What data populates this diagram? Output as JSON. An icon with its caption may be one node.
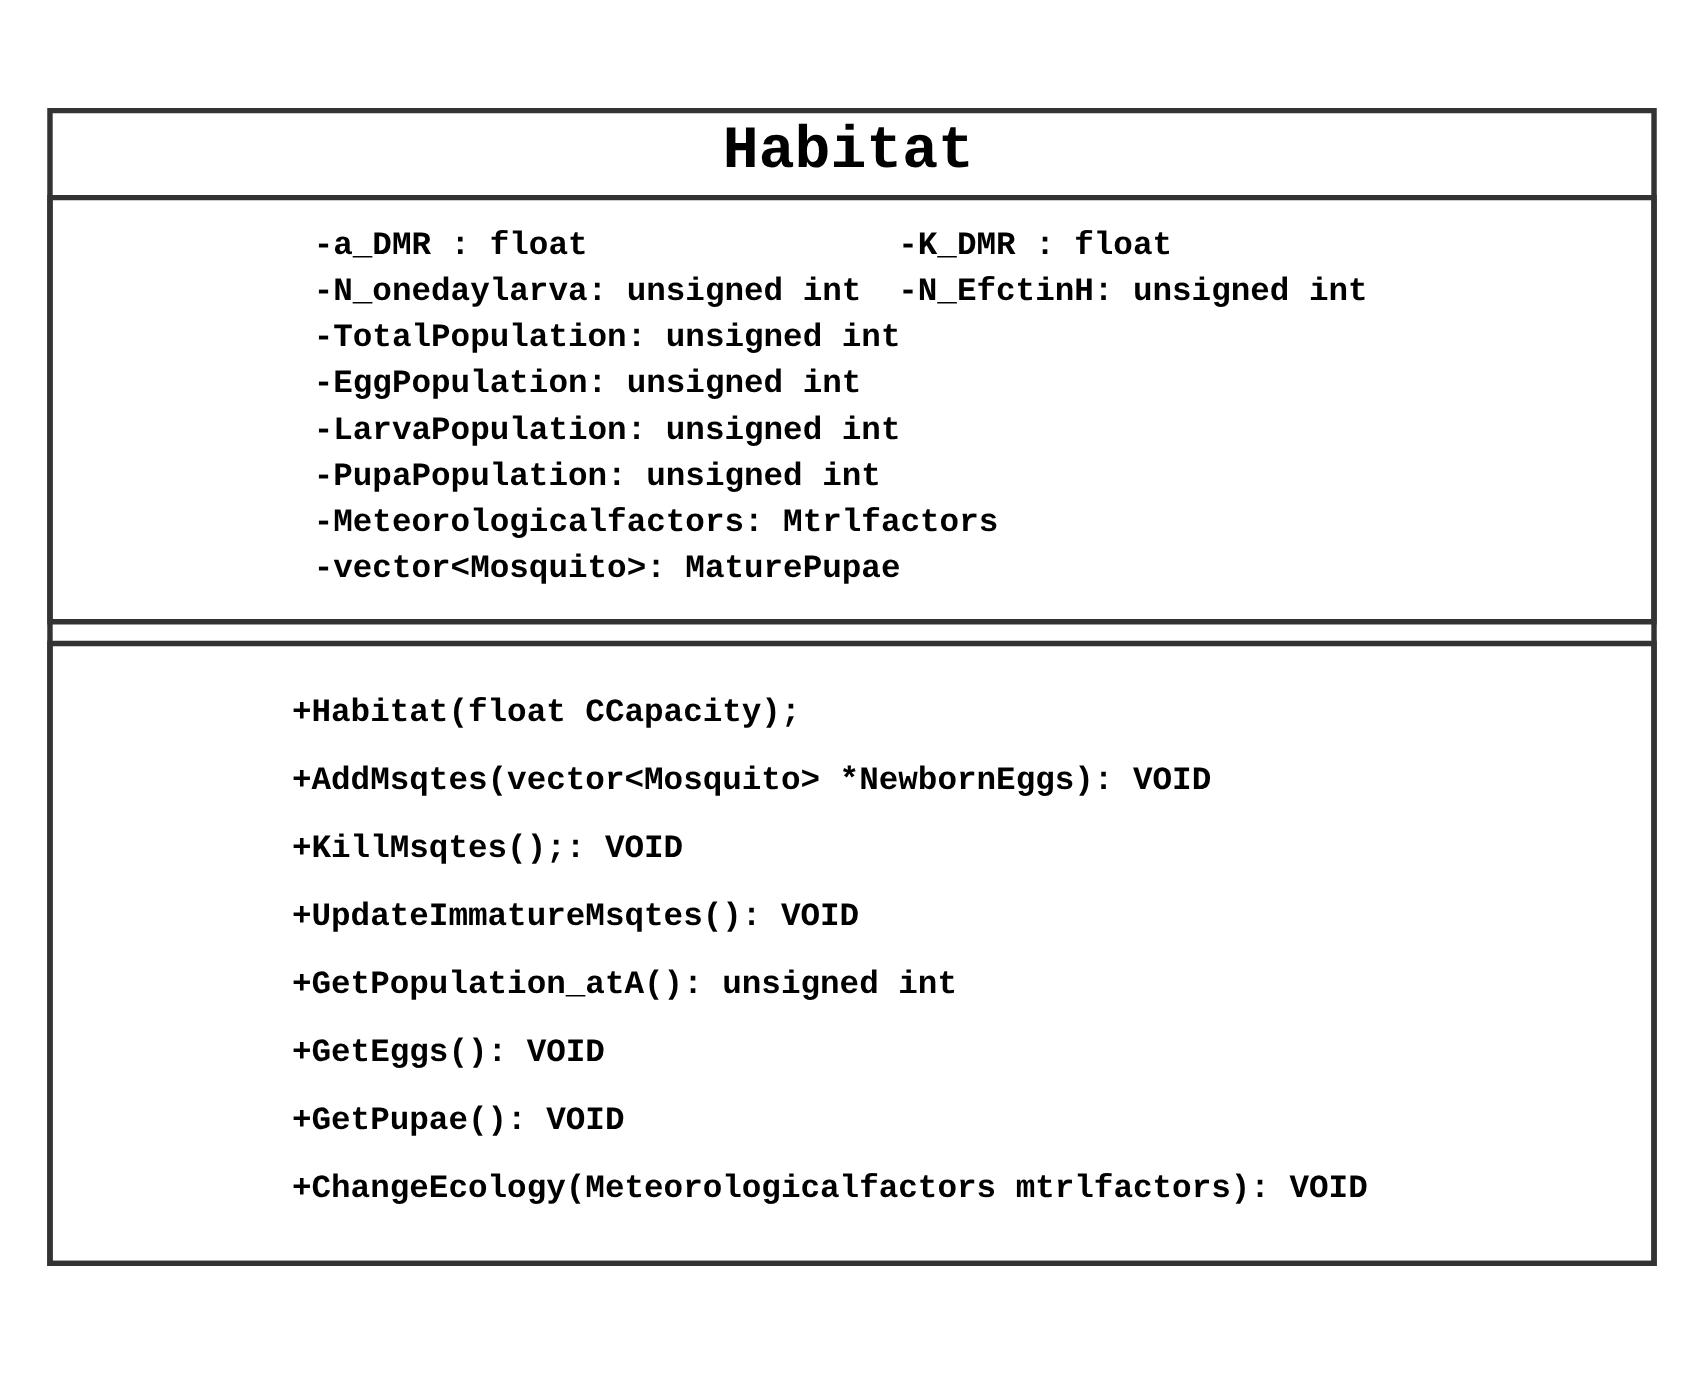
{
  "diagram": {
    "nodes": [
      {
        "text": [
          "Habitat"
        ]
      },
      {
        "text": [
          "-a_DMR : float",
          "-K_DMR : float",
          "-N_onedaylarva: unsigned int",
          "-N_EfctinH: unsigned int",
          "-TotalPopulation: unsigned int",
          "-EggPopulation: unsigned int",
          "-LarvaPopulation: unsigned int",
          "-PupaPopulation: unsigned int",
          "-Meteorologicalfactors: Mtrlfactors",
          "-vector<Mosquito>: MaturePupae"
        ],
        "in": 0
      },
      {
        "text": [
          "+Habitat(float CCapacity);",
          "+AddMsqtes(vector<Mosquito> *NewbornEggs): VOID",
          "+KillMsqtes();: VOID",
          "+UpdateImmatureMsqtes(): VOID",
          "+GetPopulation_atA(): unsigned int",
          "+GetEggs(): VOID",
          "+GetPupae(): VOID",
          "+ChangeEcology(Meteorologicalfactors mtrlfactors): VOID"
        ],
        "in": 0
      }
    ],
    "edges": []
  }
}
